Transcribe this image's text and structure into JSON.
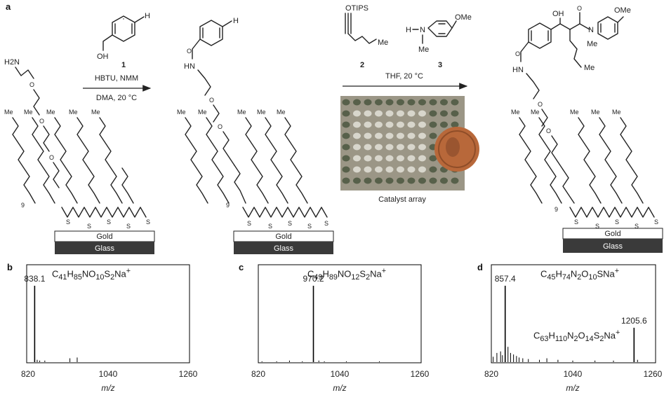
{
  "panel_labels": {
    "a": "a",
    "b": "b",
    "c": "c",
    "d": "d"
  },
  "scheme": {
    "start_terminal": "H2N",
    "me_label": "Me",
    "o_label": "O",
    "s_label": "S",
    "chain_count": "9",
    "compound1_label": "1",
    "compound1_oh": "OH",
    "compound1_h": "H",
    "compound2_label": "2",
    "compound2_otips": "OTIPS",
    "compound2_me": "Me",
    "compound3_label": "3",
    "compound3_ome": "OMe",
    "compound3_h": "H",
    "compound3_n": "N",
    "compound3_me": "Me",
    "step1_reagents": "HBTU, NMM",
    "step1_conditions": "DMA, 20 °C",
    "step2_conditions": "THF, 20 °C",
    "catalyst_caption": "Catalyst array",
    "amide_hn": "HN",
    "product_oh": "OH",
    "product_n": "N",
    "product_me": "Me",
    "product_ome": "OMe",
    "gold_label": "Gold",
    "glass_label": "Glass"
  },
  "chart_data": [
    {
      "type": "bar",
      "panel": "b",
      "formula_html": "C<sub>41</sub>H<sub>85</sub>NO<sub>10</sub>S<sub>2</sub>Na<sup>+</sup>",
      "xlabel": "m/z",
      "xlim": [
        820,
        1260
      ],
      "xticks": [
        "820",
        "1040",
        "1260"
      ],
      "annotations": [
        {
          "x": 838.1,
          "text": "838.1"
        }
      ],
      "peaks": [
        [
          838.1,
          100
        ],
        [
          845,
          3
        ],
        [
          852,
          2
        ],
        [
          866,
          2
        ],
        [
          935,
          5
        ],
        [
          955,
          6
        ]
      ]
    },
    {
      "type": "bar",
      "panel": "c",
      "formula_html": "C<sub>49</sub>H<sub>89</sub>NO<sub>12</sub>S<sub>2</sub>Na<sup>+</sup>",
      "xlabel": "m/z",
      "xlim": [
        820,
        1260
      ],
      "xticks": [
        "820",
        "1040",
        "1260"
      ],
      "annotations": [
        {
          "x": 970.2,
          "text": "970.2"
        }
      ],
      "peaks": [
        [
          830,
          1
        ],
        [
          870,
          1
        ],
        [
          905,
          2
        ],
        [
          940,
          1
        ],
        [
          970.2,
          100
        ],
        [
          985,
          2
        ],
        [
          1000,
          1
        ],
        [
          1060,
          1
        ],
        [
          1150,
          1
        ]
      ]
    },
    {
      "type": "bar",
      "panel": "d",
      "formula_html": "C<sub>45</sub>H<sub>74</sub>N<sub>2</sub>O<sub>10</sub>SNa<sup>+</sup>",
      "formula2_html": "C<sub>63</sub>H<sub>110</sub>N<sub>2</sub>O<sub>14</sub>S<sub>2</sub>Na<sup>+</sup>",
      "xlabel": "m/z",
      "xlim": [
        820,
        1260
      ],
      "xticks": [
        "820",
        "1040",
        "1260"
      ],
      "annotations": [
        {
          "x": 857.4,
          "text": "857.4"
        },
        {
          "x": 1205.6,
          "text": "1205.6"
        }
      ],
      "peaks": [
        [
          825,
          7
        ],
        [
          835,
          12
        ],
        [
          845,
          14
        ],
        [
          850,
          9
        ],
        [
          857.4,
          100
        ],
        [
          865,
          20
        ],
        [
          872,
          12
        ],
        [
          880,
          10
        ],
        [
          888,
          8
        ],
        [
          895,
          6
        ],
        [
          905,
          5
        ],
        [
          920,
          4
        ],
        [
          950,
          3
        ],
        [
          970,
          5
        ],
        [
          1000,
          3
        ],
        [
          1040,
          2
        ],
        [
          1100,
          2
        ],
        [
          1150,
          2
        ],
        [
          1205.6,
          45
        ],
        [
          1215,
          3
        ]
      ]
    }
  ]
}
